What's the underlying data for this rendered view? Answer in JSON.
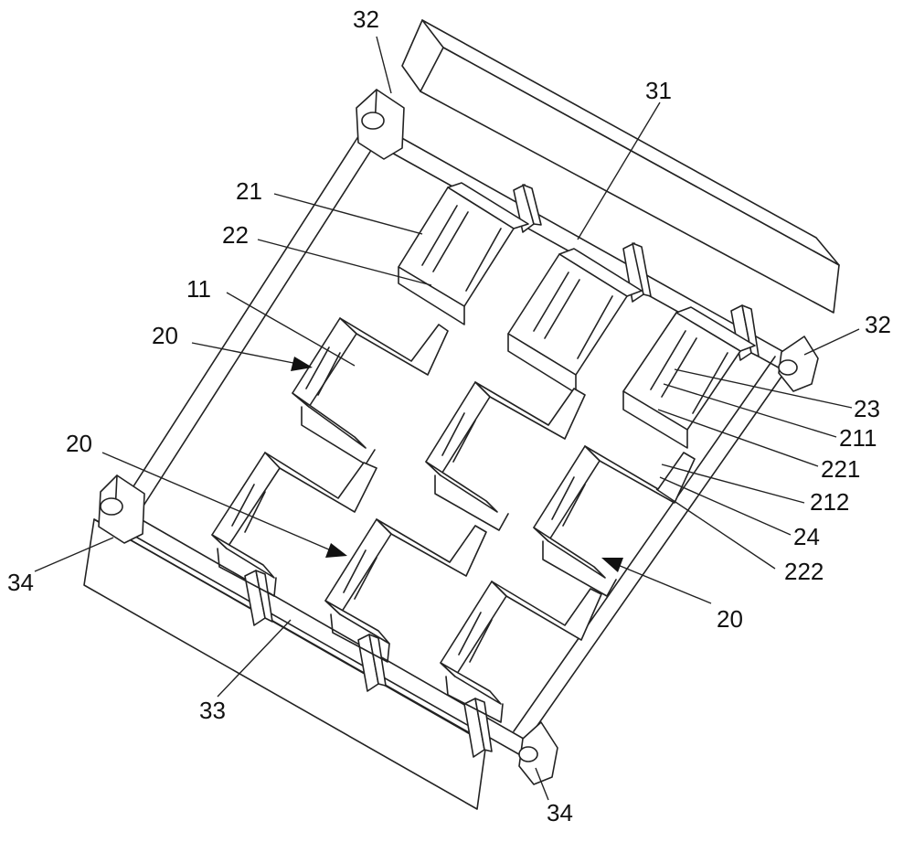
{
  "colors": {
    "line": "#222222",
    "background": "#ffffff",
    "text": "#111111"
  },
  "labels": {
    "l32_top": "32",
    "l31": "31",
    "l21": "21",
    "l22": "22",
    "l11": "11",
    "l20_upper": "20",
    "l32_right": "32",
    "l23": "23",
    "l211": "211",
    "l221": "221",
    "l212": "212",
    "l24": "24",
    "l222": "222",
    "l20_right": "20",
    "l20_lower": "20",
    "l34_left": "34",
    "l33": "33",
    "l34_bottom": "34"
  }
}
